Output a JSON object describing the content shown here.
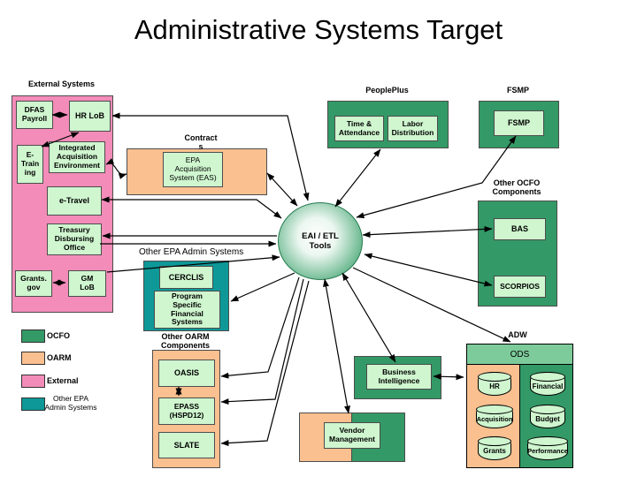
{
  "title": "Administrative Systems Target",
  "external": {
    "label": "External Systems",
    "dfas": "DFAS\nPayroll",
    "hr_lob": "HR LoB",
    "e_training": "E-\nTrain\ning",
    "iae": "Integrated\nAcquisition\nEnvironment",
    "e_travel": "e-Travel",
    "treasury": "Treasury\nDisbursing\nOffice",
    "grants_gov": "Grants.\ngov",
    "gm_lob": "GM\nLoB"
  },
  "contracts": {
    "label": "Contract\ns",
    "eas": "EPA\nAcquisition\nSystem (EAS)"
  },
  "peopleplus": {
    "label": "PeoplePlus",
    "time_attendance": "Time &\nAttendance",
    "labor_distribution": "Labor\nDistribution"
  },
  "fsmp": {
    "label": "FSMP",
    "box": "FSMP"
  },
  "other_ocfo": {
    "label": "Other OCFO\nComponents",
    "bas": "BAS",
    "scorpios": "SCORPIOS"
  },
  "hub": {
    "label": "EAI / ETL\nTools"
  },
  "other_epa": {
    "label": "Other EPA Admin Systems",
    "cerclis": "CERCLIS",
    "psfs": "Program\nSpecific\nFinancial\nSystems"
  },
  "other_oarm": {
    "label": "Other OARM\nComponents",
    "oasis": "OASIS",
    "epass": "EPASS\n(HSPD12)",
    "slate": "SLATE"
  },
  "bi": {
    "label": "Business\nIntelligence"
  },
  "vendor": {
    "label": "Vendor\nManagement"
  },
  "adw": {
    "label": "ADW",
    "ods": "ODS",
    "cyl_hr": "HR",
    "cyl_financial": "Financial",
    "cyl_acquisition": "Acquisition",
    "cyl_budget": "Budget",
    "cyl_grants": "Grants",
    "cyl_performance": "Performance"
  },
  "legend": {
    "ocfo": "OCFO",
    "oarm": "OARM",
    "external": "External",
    "other_epa": "Other EPA\nAdmin Systems"
  },
  "colors": {
    "ocfo_green": "#339966",
    "oarm_orange": "#FAC090",
    "external_pink": "#F38CB8",
    "teal": "#0E9898",
    "node_fill": "#CFF6CF",
    "ods_green": "#7DCB9B"
  }
}
